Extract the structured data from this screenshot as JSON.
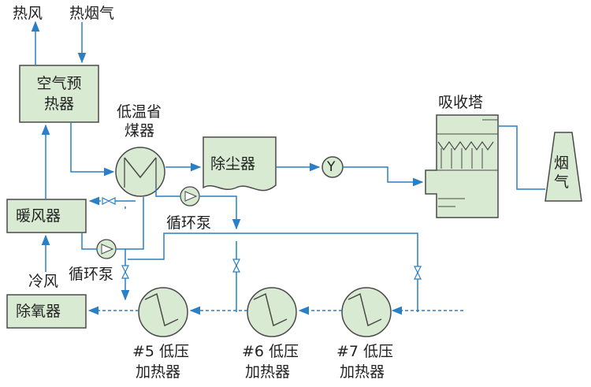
{
  "colors": {
    "line": "#2b7fc4",
    "box_fill": "#d9ead2",
    "box_stroke": "#4a4a4a",
    "text": "#222222"
  },
  "labels": {
    "hot_air": "热风",
    "hot_flue_gas": "热烟气",
    "air_preheater": [
      "空气预",
      "热器"
    ],
    "low_temp_economizer": [
      "低温省",
      "煤器"
    ],
    "dust_collector": "除尘器",
    "fan": "Y",
    "absorber": "吸收塔",
    "chimney": [
      "烟",
      "气"
    ],
    "air_heater": "暖风器",
    "circ_pump_top": "循环泵",
    "circ_pump_left": "循环泵",
    "cold_air": "冷风",
    "deaerator": "除氧器",
    "lp_heater_5": [
      "#5 低压",
      "加热器"
    ],
    "lp_heater_6": [
      "#6 低压",
      "加热器"
    ],
    "lp_heater_7": [
      "#7 低压",
      "加热器"
    ]
  }
}
